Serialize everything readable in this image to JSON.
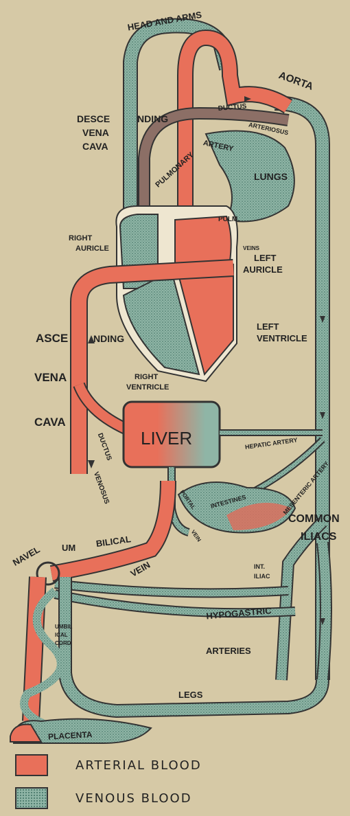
{
  "labels": {
    "head_and_arms": "HEAD AND ARMS",
    "aorta": "AORTA",
    "descending_1": "DESCE",
    "descending_2": "NDING",
    "vena_top": "VENA",
    "cava_top": "CAVA",
    "pulmonary": "PULMONARY",
    "ductus_top": "DUCTUS",
    "arteriosus": "ARTERIOSUS",
    "artery": "ARTERY",
    "lungs": "LUNGS",
    "pulm": "PULM.",
    "veins": "VEINS",
    "right_auricle_1": "RIGHT",
    "right_auricle_2": "AURICLE",
    "left_auricle_1": "LEFT",
    "left_auricle_2": "AURICLE",
    "ascending_1": "ASCE",
    "ascending_2": "NDING",
    "left_ventricle_1": "LEFT",
    "left_ventricle_2": "VENTRICLE",
    "right_ventricle_1": "RIGHT",
    "right_ventricle_2": "VENTRICLE",
    "vena_mid": "VENA",
    "cava_mid": "CAVA",
    "ductus_low": "DUCTUS",
    "venosus": "VENOSUS",
    "liver": "LIVER",
    "hepatic_artery": "HEPATIC ARTERY",
    "mesenteric_artery": "MESENTERIC ARTERY",
    "intestines": "INTESTINES",
    "portal": "PORTAL",
    "vein_portal": "VEIN",
    "common": "COMMON",
    "iliacs": "ILIACS",
    "navel": "NAVEL",
    "um": "UM",
    "bilical": "BILICAL",
    "vein_umb": "VEIN",
    "int": "INT.",
    "iliac": "ILIAC",
    "hypogastric": "HYPOGASTRIC",
    "arteries": "ARTERIES",
    "umbil": "UMBIL",
    "ical": "ICAL",
    "cord": "CORD",
    "legs": "LEGS",
    "placenta": "PLACENTA"
  },
  "legend": {
    "arterial": "ARTERIAL BLOOD",
    "venous": "VENOUS BLOOD"
  },
  "colors": {
    "arterial": "#e8705a",
    "venous": "#8fb5a6",
    "background": "#d6c9a6"
  }
}
